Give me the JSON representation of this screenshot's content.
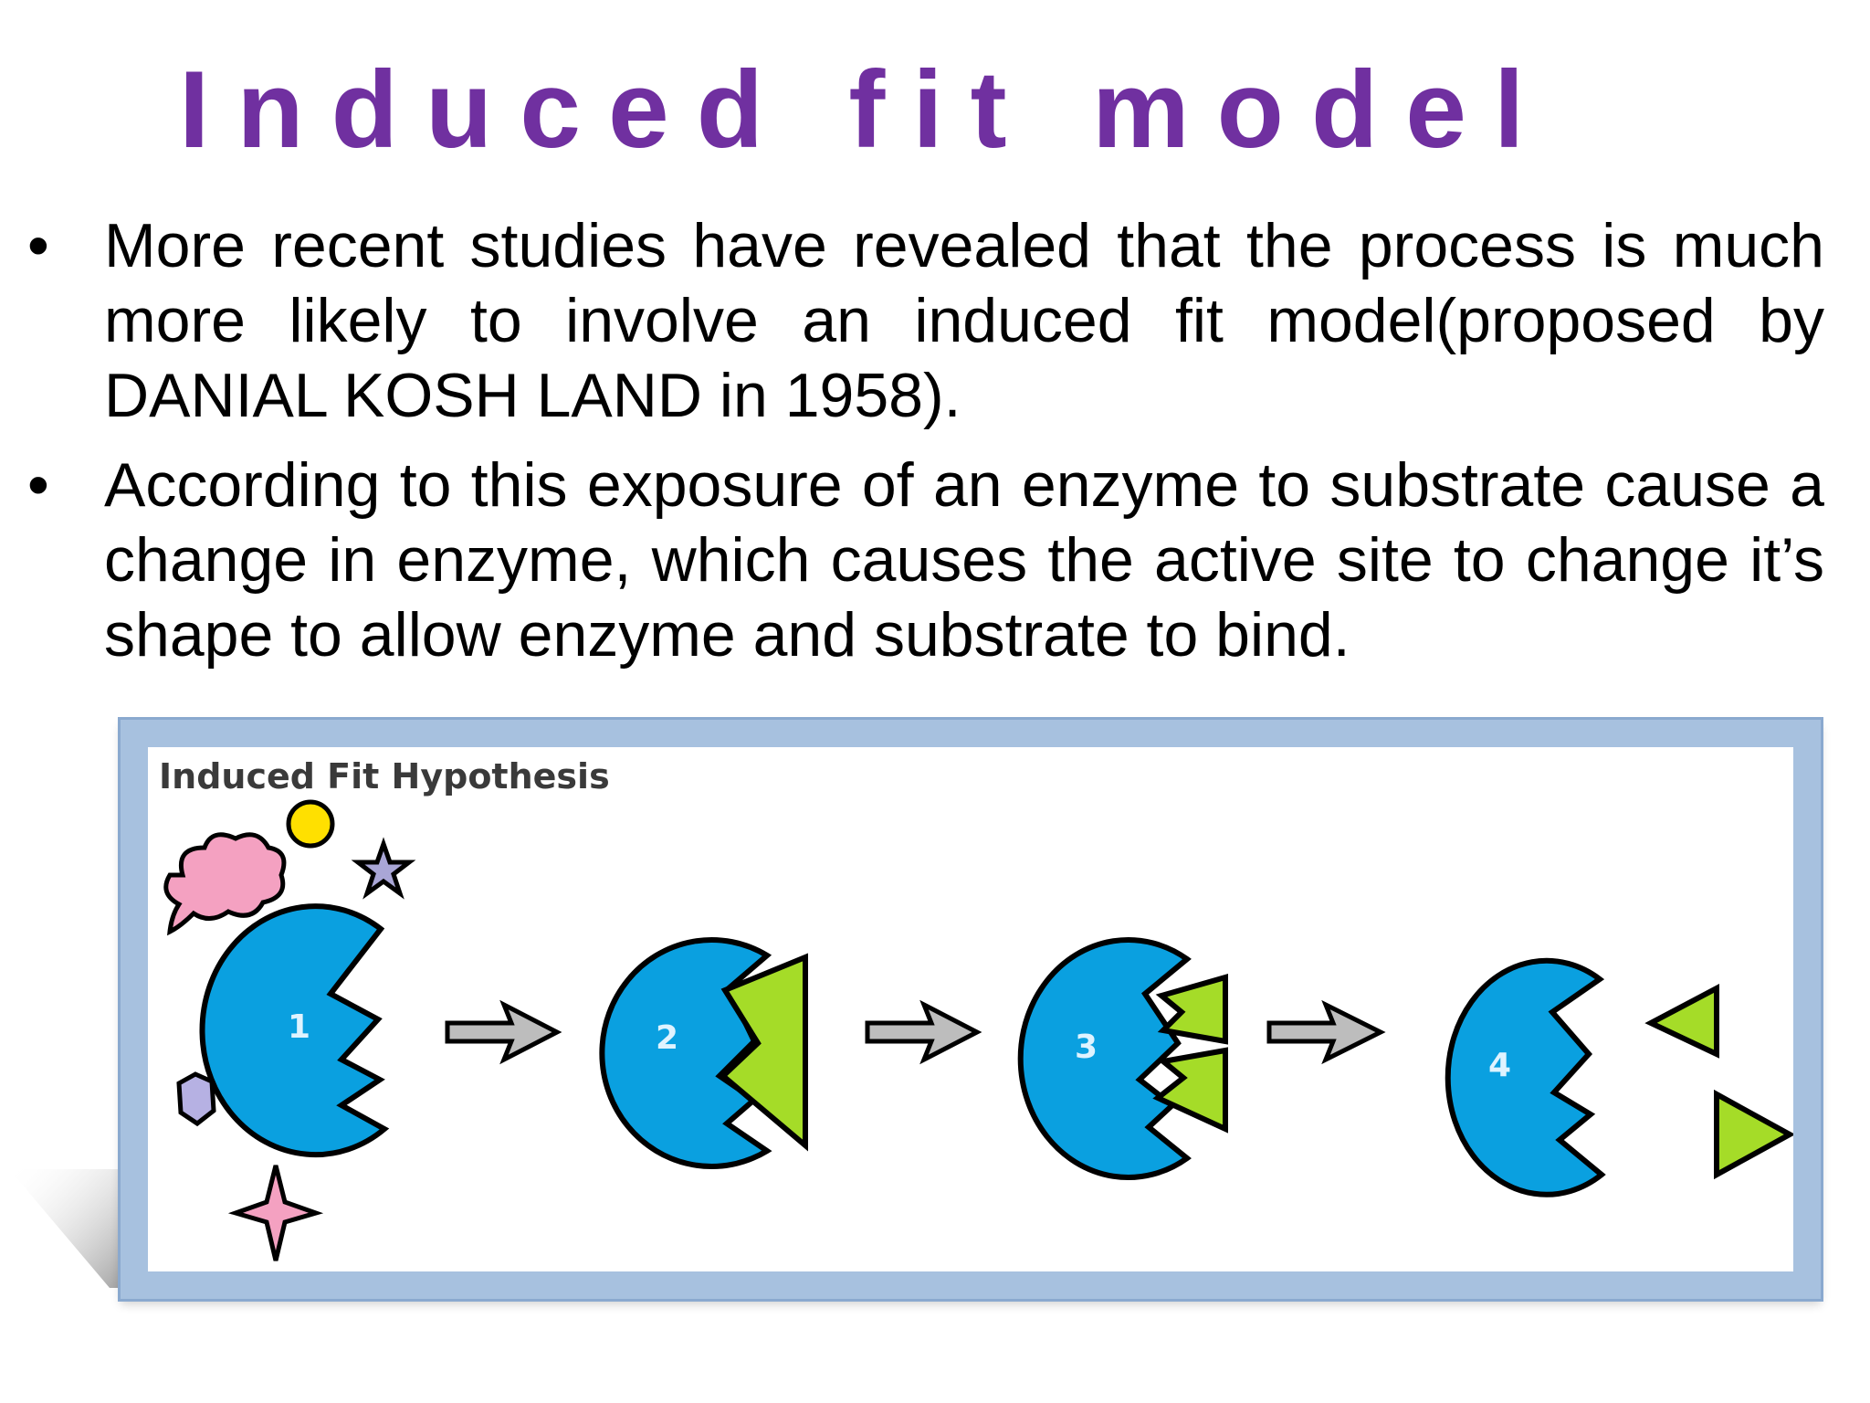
{
  "slide": {
    "title": "Induced fit model",
    "bullets": [
      "More recent studies have revealed that the process is much more likely to  involve an induced fit model(proposed by DANIAL KOSH LAND in 1958).",
      "According to this exposure of an enzyme to substrate cause a change in  enzyme, which causes the active site to change it’s shape to allow enzyme  and substrate to bind."
    ],
    "bullet_symbol": "•"
  },
  "figure": {
    "title": "Induced Fit Hypothesis",
    "stages": [
      {
        "number": "1"
      },
      {
        "number": "2"
      },
      {
        "number": "3"
      },
      {
        "number": "4"
      }
    ],
    "colors": {
      "enzyme": "#0aa0e0",
      "substrate": "#a5dc28",
      "arrow": "#bdbdbd",
      "frame": "#a7c1df",
      "title_text": "#7030a0"
    }
  }
}
